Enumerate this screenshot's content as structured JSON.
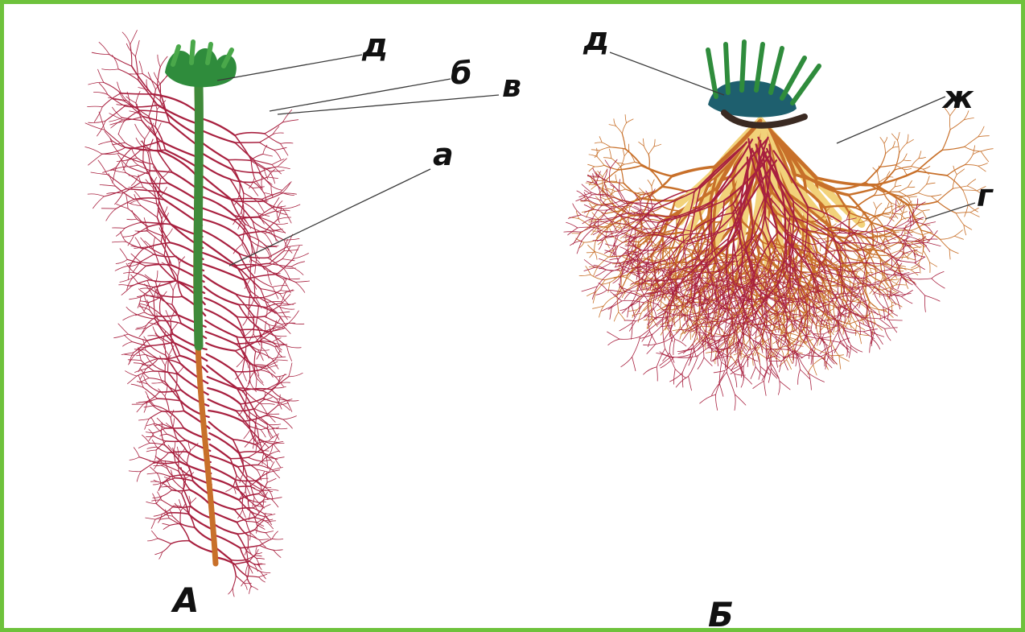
{
  "figure_a": {
    "letter": "А",
    "labels": {
      "d": "д",
      "b": "б",
      "v": "в",
      "a": "а"
    }
  },
  "figure_b": {
    "letter": "Б",
    "labels": {
      "d": "д",
      "zh": "ж",
      "g": "г"
    }
  },
  "colors": {
    "border": "#6ec23c",
    "fine_root": "#a8203f",
    "main_root": "#c8702a",
    "root_highlight": "#f2d27a",
    "stem": "#3f8a3a",
    "leaf": "#2f8c3c",
    "leaf_dark": "#1e5f6e"
  }
}
